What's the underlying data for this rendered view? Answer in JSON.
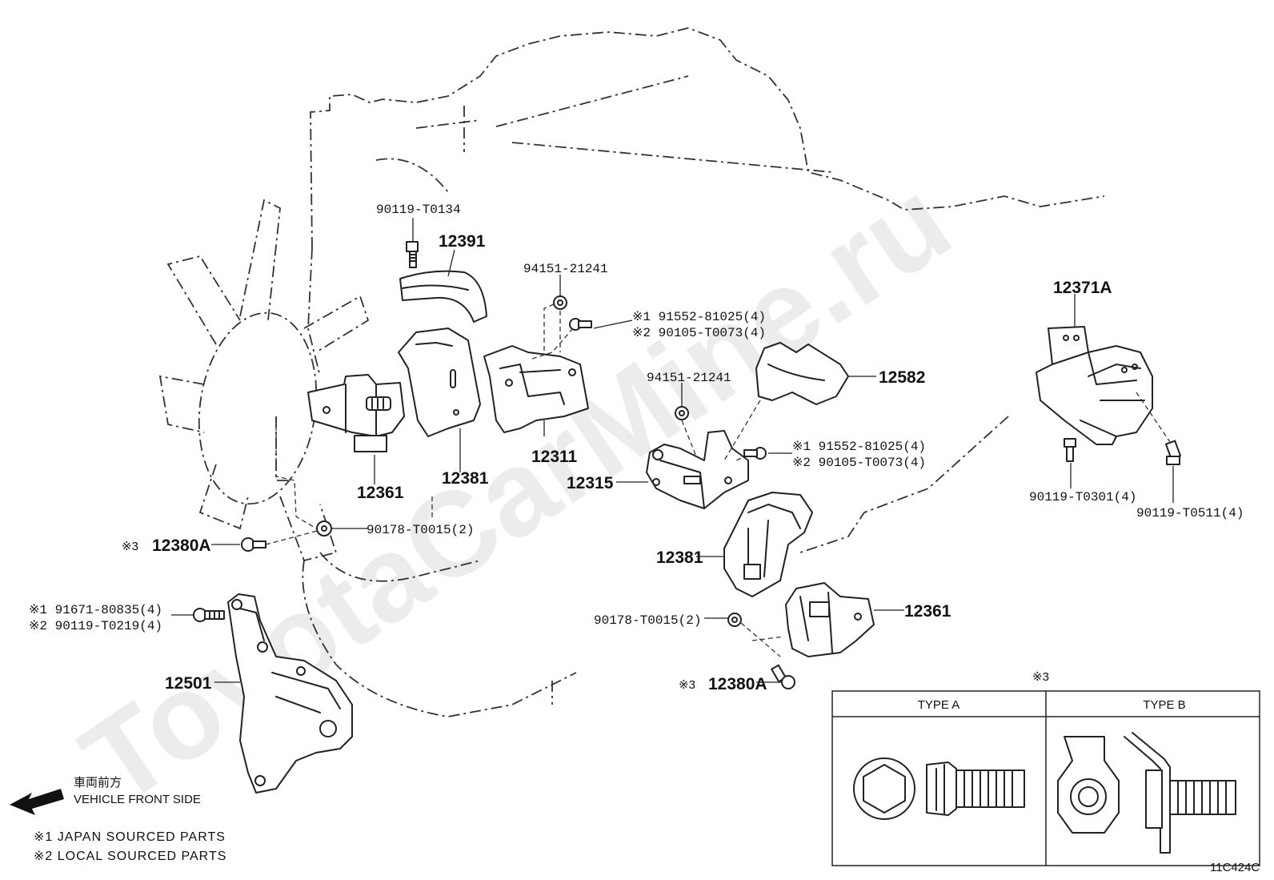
{
  "watermark": "ToyotaCarMine.ru",
  "diagram_code": "11C424C",
  "front_label": {
    "jp": "車両前方",
    "en": "VEHICLE FRONT SIDE"
  },
  "footnotes": [
    "※1 JAPAN SOURCED PARTS",
    "※2 LOCAL SOURCED PARTS"
  ],
  "inset": {
    "marker": "※3",
    "type_a": "TYPE A",
    "type_b": "TYPE B"
  },
  "parts": {
    "p90119_T0134": "90119-T0134",
    "p12391": "12391",
    "p94151_21241_a": "94151-21241",
    "p91552_a": "※1 91552-81025(4)",
    "p90105_a": "※2 90105-T0073(4)",
    "p12361_l": "12361",
    "p12381_l": "12381",
    "p12311": "12311",
    "p90178_l": "90178-T0015(2)",
    "p12380A_l_mark": "※3",
    "p12380A_l": "12380A",
    "p91671": "※1 91671-80835(4)",
    "p90119_T0219": "※2 90119-T0219(4)",
    "p12501": "12501",
    "p94151_21241_b": "94151-21241",
    "p12582": "12582",
    "p91552_b": "※1 91552-81025(4)",
    "p90105_b": "※2 90105-T0073(4)",
    "p12315": "12315",
    "p12381_r": "12381",
    "p90178_r": "90178-T0015(2)",
    "p12361_r": "12361",
    "p12380A_r_mark": "※3",
    "p12380A_r": "12380A",
    "p12371A": "12371A",
    "p90119_T0301": "90119-T0301(4)",
    "p90119_T0511": "90119-T0511(4)"
  }
}
